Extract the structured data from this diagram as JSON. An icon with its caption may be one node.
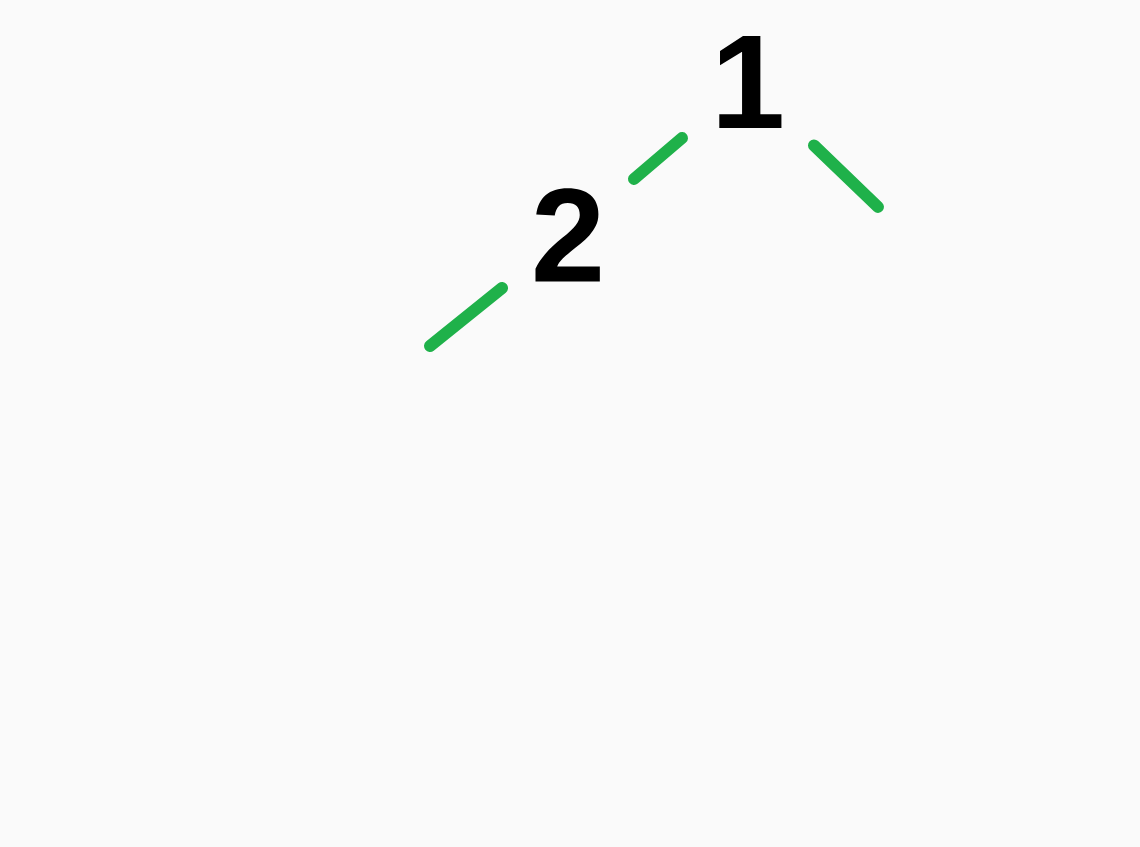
{
  "diagram": {
    "nodes": [
      {
        "text": [
          "1"
        ]
      },
      {
        "text": [
          "2"
        ]
      }
    ],
    "edges": [
      {
        "from": 0,
        "to": 1,
        "arrow": "none"
      },
      {
        "from": 1,
        "to": null,
        "arrow": "none"
      },
      {
        "from": 0,
        "to": null,
        "arrow": "none"
      }
    ]
  }
}
